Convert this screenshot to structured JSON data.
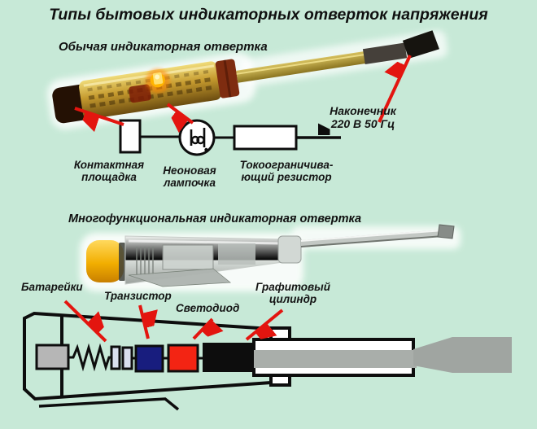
{
  "image": {
    "title": "Типы бытовых индикаторных отверток напряжения",
    "background": "#c7e9d7"
  },
  "simple_section": {
    "heading": "Обычая индикаторная отвертка",
    "labels": {
      "contact_pad": "Контактная\nплощадка",
      "neon_lamp": "Неоновая\nлампочка",
      "resistor": "Токоограничива-\nющий резистор",
      "tip": "Наконечник\n220 В 50 Гц"
    }
  },
  "multi_section": {
    "heading": "Многофункциональная индикаторная отвертка",
    "labels": {
      "batteries": "Батарейки",
      "transistor": "Транзистор",
      "led": "Светодиод",
      "graphite": "Графитовый\nцилиндр"
    }
  },
  "colors": {
    "background": "#c7e9d7",
    "arrow_red": "#e3150f",
    "line_black": "#0d0d0d",
    "transistor_blue": "#181d7e",
    "led_red": "#f32413",
    "graphite_black": "#0d0d0d",
    "battery_gray": "#b6b6b6",
    "shaft_gray": "#a9aeaa",
    "cap_yellow": "#f2ae00"
  }
}
